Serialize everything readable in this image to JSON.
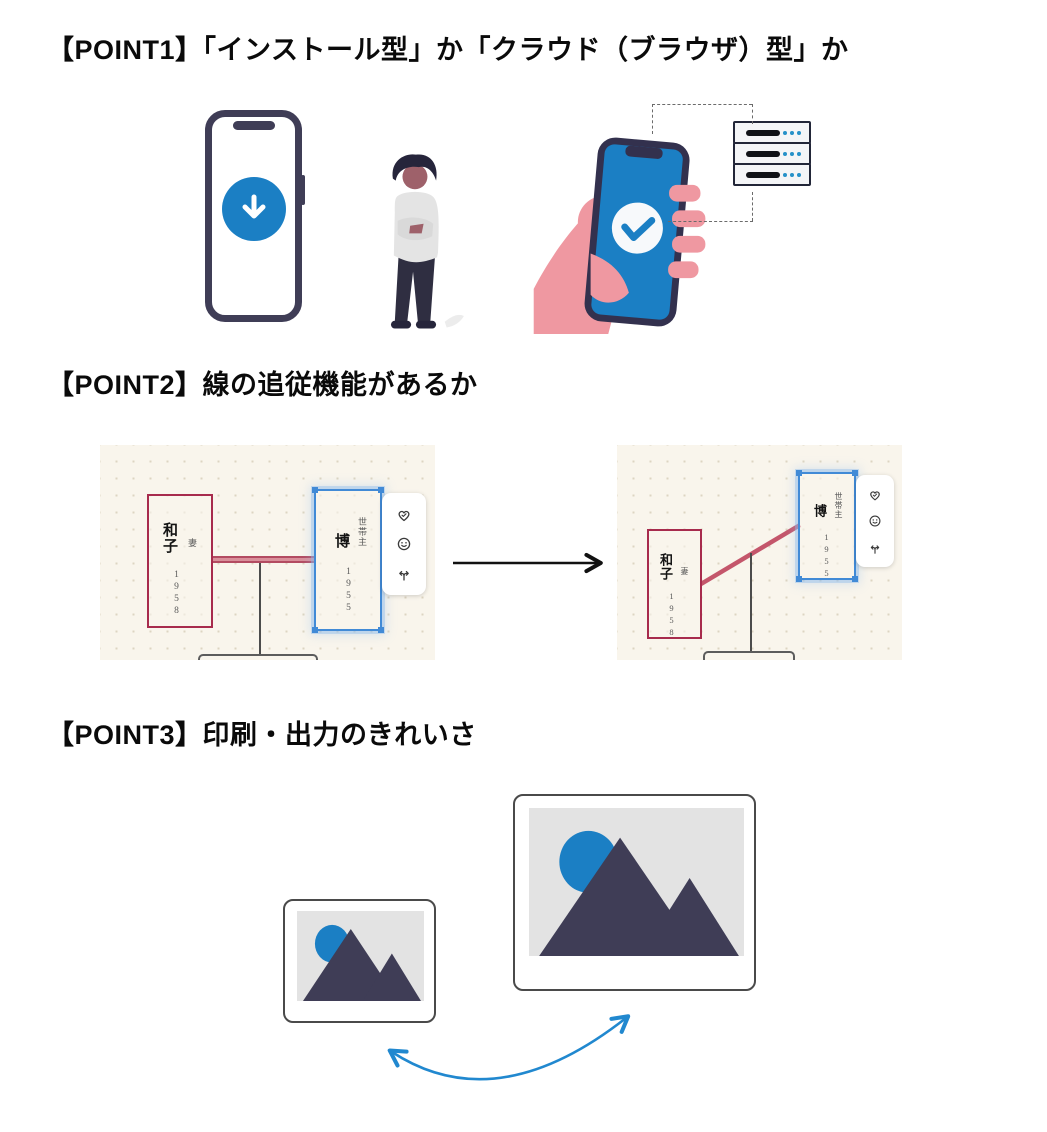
{
  "sections": {
    "point1": {
      "heading": "【POINT1】「インストール型」か「クラウド（ブラウザ）型」か"
    },
    "point2": {
      "heading": "【POINT2】線の追従機能があるか"
    },
    "point3": {
      "heading": "【POINT3】印刷・出力のきれいさ"
    }
  },
  "tree": {
    "wife": {
      "name": "和子",
      "role": "妻",
      "year": "1958"
    },
    "husband": {
      "name": "博",
      "role": "世帯主",
      "year": "1955"
    }
  },
  "icons": {
    "node_toolbar": [
      "heart-icon",
      "smile-icon",
      "split-icon"
    ],
    "install_phone": "download-icon",
    "cloud_phone": "check-icon"
  },
  "colors": {
    "accent_blue": "#1b7fc4",
    "navy": "#3f3d56",
    "dark_navy": "#2f2e41",
    "skin": "#9e616a",
    "hand_pink": "#ef98a1",
    "canvas_cream": "#f9f5ec",
    "node_red": "#a72b4d",
    "node_blue": "#418ad6",
    "couple_line": "#c4566b",
    "swap_arrow_blue": "#2188cf"
  }
}
